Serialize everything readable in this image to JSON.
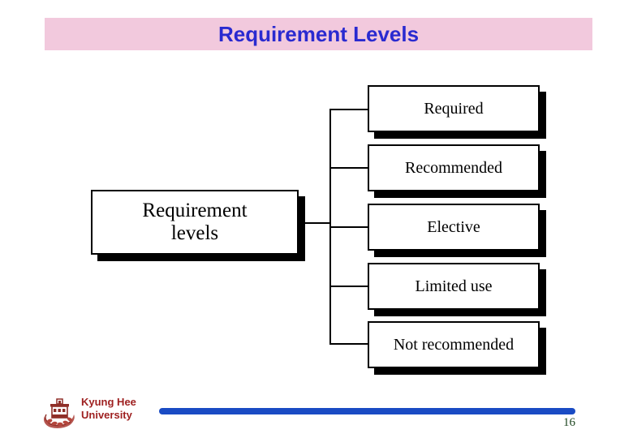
{
  "slide": {
    "title": "Requirement Levels",
    "title_color": "#2a2ad0",
    "banner_color": "#f2c9dd"
  },
  "diagram": {
    "type": "tree",
    "root": {
      "label_line1": "Requirement",
      "label_line2": "levels"
    },
    "leaves": [
      {
        "label": "Required"
      },
      {
        "label": "Recommended"
      },
      {
        "label": "Elective"
      },
      {
        "label": "Limited use"
      },
      {
        "label": "Not recommended"
      }
    ]
  },
  "footer": {
    "university_line1": "Kyung Hee",
    "university_line2": "University",
    "university_color": "#9e2020",
    "rule_color": "#1a4bc4",
    "page_number": "16",
    "page_number_color": "#1e4620",
    "logo_icon": "kyung-hee-crest-icon"
  }
}
